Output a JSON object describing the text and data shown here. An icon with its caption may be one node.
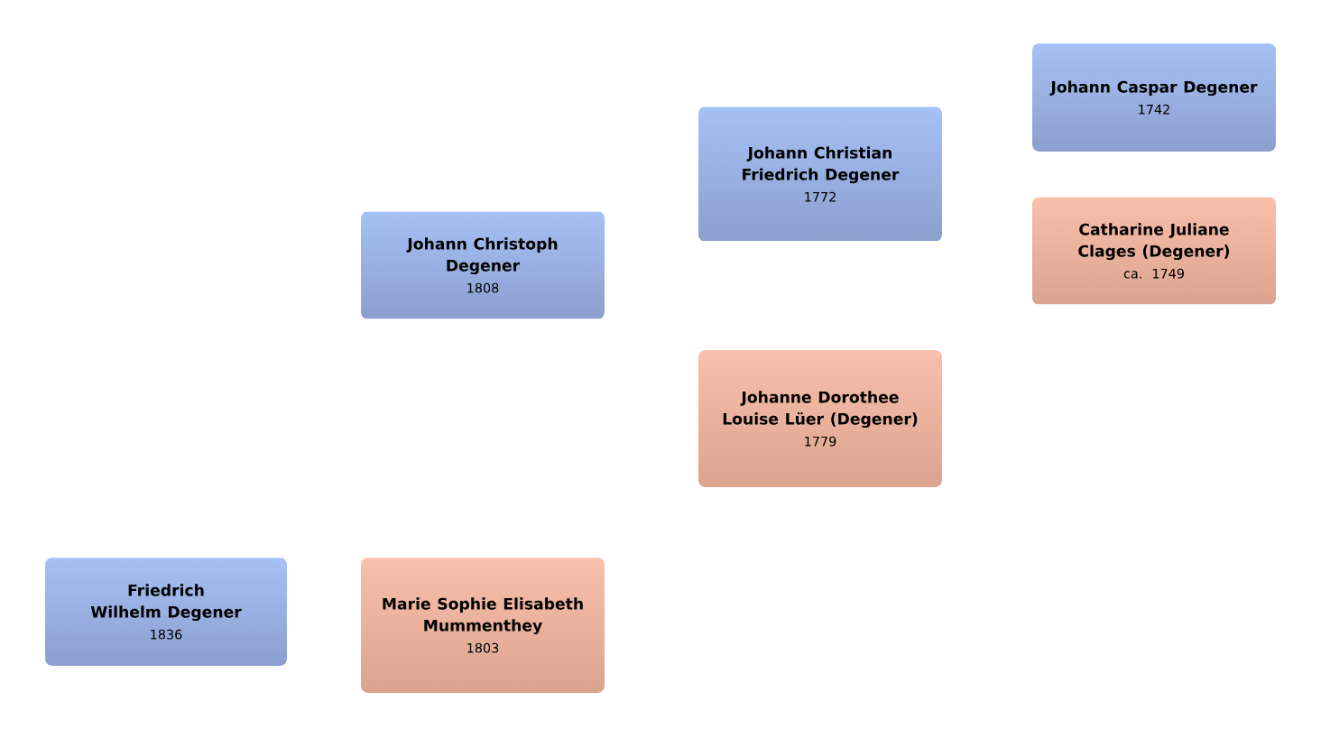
{
  "diagram": {
    "nodes": [
      {
        "text": [
          "Friedrich Wilhelm Degener",
          "1836"
        ]
      },
      {
        "text": [
          "Johann Christoph Degener",
          "1808"
        ]
      },
      {
        "text": [
          "Marie Sophie Elisabeth Mummenthey",
          "1803"
        ]
      },
      {
        "text": [
          "Johann Christian Friedrich Degener",
          "1772"
        ]
      },
      {
        "text": [
          "Johanne Dorothee Louise Lüer (Degener)",
          "1779"
        ]
      },
      {
        "text": [
          "Johann Caspar Degener",
          "1742"
        ]
      },
      {
        "text": [
          "Catharine Juliane Clages (Degener)",
          "ca. 1749"
        ]
      }
    ]
  }
}
